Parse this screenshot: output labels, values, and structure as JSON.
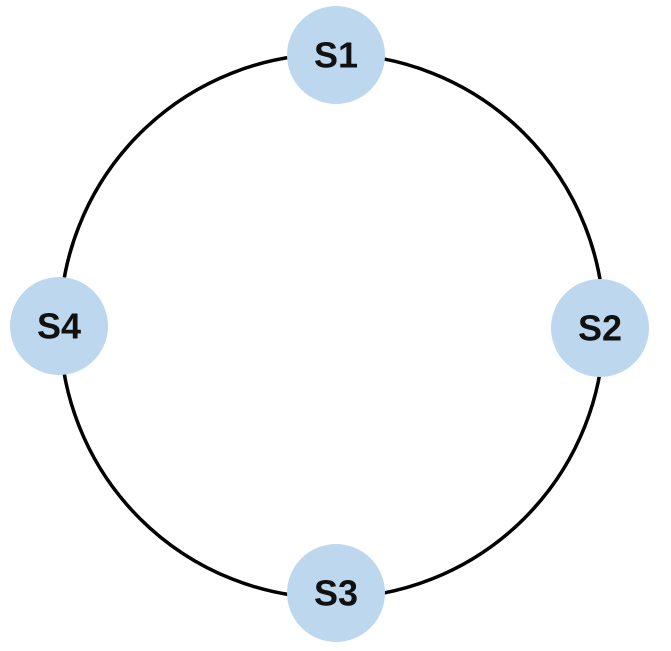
{
  "diagram": {
    "type": "ring",
    "ring_color": "#000000",
    "node_fill": "#bdd7ee",
    "label_color": "#111111",
    "nodes": [
      {
        "id": "S1",
        "label": "S1",
        "position": "top"
      },
      {
        "id": "S2",
        "label": "S2",
        "position": "right"
      },
      {
        "id": "S3",
        "label": "S3",
        "position": "bottom"
      },
      {
        "id": "S4",
        "label": "S4",
        "position": "left"
      }
    ]
  }
}
